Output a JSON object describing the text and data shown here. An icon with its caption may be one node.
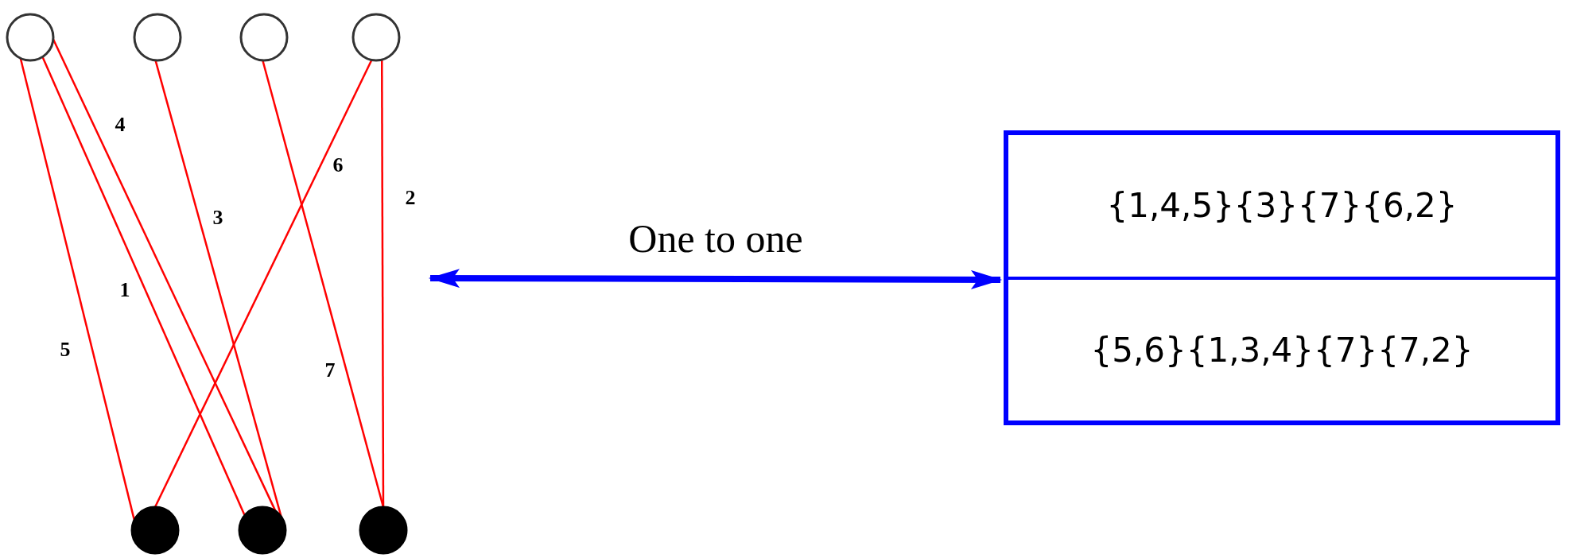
{
  "diagram": {
    "nodes": [
      {
        "text": [],
        "shape": "circle"
      },
      {
        "text": [],
        "shape": "circle"
      },
      {
        "text": [],
        "shape": "circle"
      },
      {
        "text": [],
        "shape": "circle"
      },
      {
        "text": [],
        "shape": "circle"
      },
      {
        "text": [],
        "shape": "circle"
      },
      {
        "text": [],
        "shape": "circle"
      },
      {
        "text": [
          "{1,4,5}{3}{7}{6,2}",
          "{5,6}{1,3,4}{7}{7,2}"
        ]
      }
    ],
    "edges": [
      {
        "from": 0,
        "to": 5,
        "arrow": "none",
        "label": "1"
      },
      {
        "from": 3,
        "to": 6,
        "arrow": "none",
        "label": "2"
      },
      {
        "from": 1,
        "to": 5,
        "arrow": "none",
        "label": "3"
      },
      {
        "from": 0,
        "to": 5,
        "arrow": "none",
        "label": "4"
      },
      {
        "from": 0,
        "to": 4,
        "arrow": "none",
        "label": "5"
      },
      {
        "from": 3,
        "to": 4,
        "arrow": "none",
        "label": "6"
      },
      {
        "from": 2,
        "to": 6,
        "arrow": "none",
        "label": "7"
      },
      {
        "from": null,
        "to": 7,
        "arrow": "both",
        "label": "One to one",
        "style": "thick",
        "color": "#0000ff"
      }
    ]
  }
}
